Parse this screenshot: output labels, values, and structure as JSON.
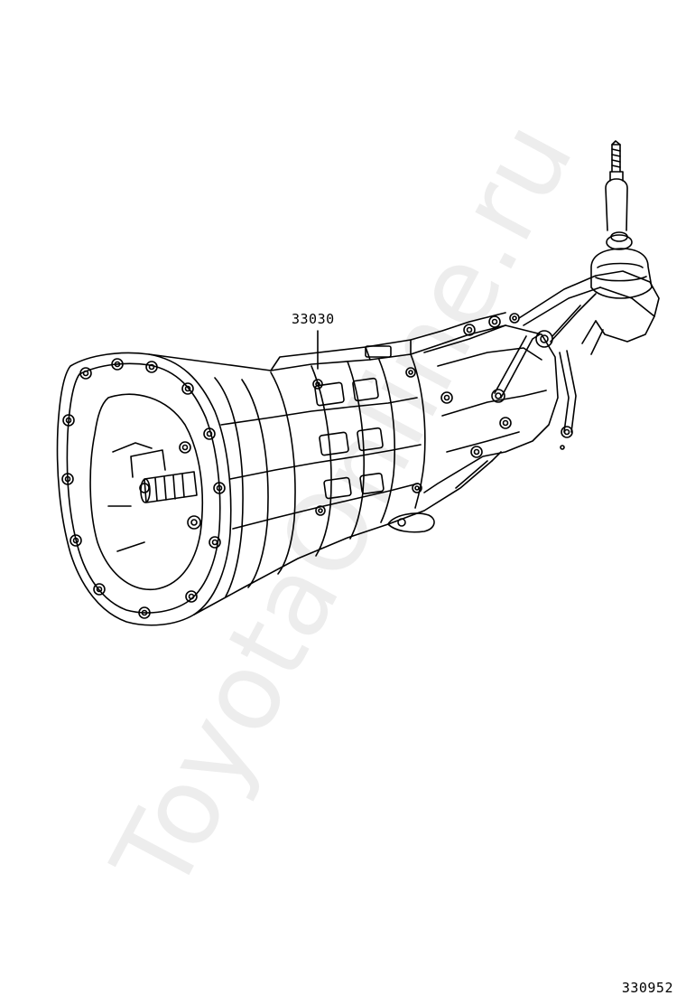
{
  "watermark": {
    "text": "ToyotaOnline.ru",
    "color": "#ededed"
  },
  "diagram": {
    "subject": "manual transmission assembly with shift lever",
    "line_color": "#000000",
    "background_color": "#ffffff"
  },
  "callouts": [
    {
      "part_number": "33030"
    }
  ],
  "diagram_code": "330952"
}
